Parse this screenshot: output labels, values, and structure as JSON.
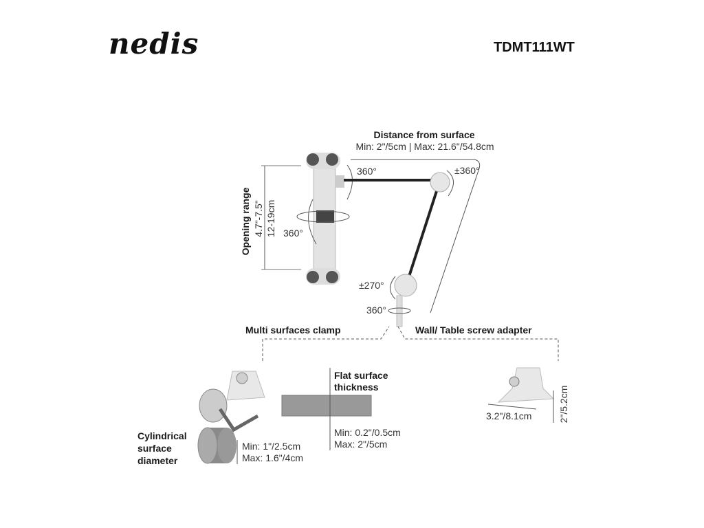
{
  "header": {
    "brand": "nedis",
    "model": "TDMT111WT"
  },
  "distance": {
    "title": "Distance from surface",
    "range": "Min: 2\"/5cm | Max: 21.6\"/54.8cm"
  },
  "opening": {
    "title": "Opening range",
    "inch": "4.7\"-7.5\"",
    "cm": "12-19cm"
  },
  "rotations": {
    "top_joint": "360°",
    "elbow": "±360°",
    "holder": "360°",
    "base_tilt": "±270°",
    "base_swivel": "360°"
  },
  "mounts": {
    "clamp": "Multi surfaces clamp",
    "adapter": "Wall/ Table screw adapter"
  },
  "flat": {
    "title_1": "Flat surface",
    "title_2": "thickness",
    "min": "Min: 0.2\"/0.5cm",
    "max": "Max: 2\"/5cm"
  },
  "cylinder": {
    "title_1": "Cylindrical",
    "title_2": "surface",
    "title_3": "diameter",
    "min": "Min: 1\"/2.5cm",
    "max": "Max: 1.6\"/4cm"
  },
  "adapter_dims": {
    "width": "3.2\"/8.1cm",
    "height": "2\"/5.2cm"
  }
}
